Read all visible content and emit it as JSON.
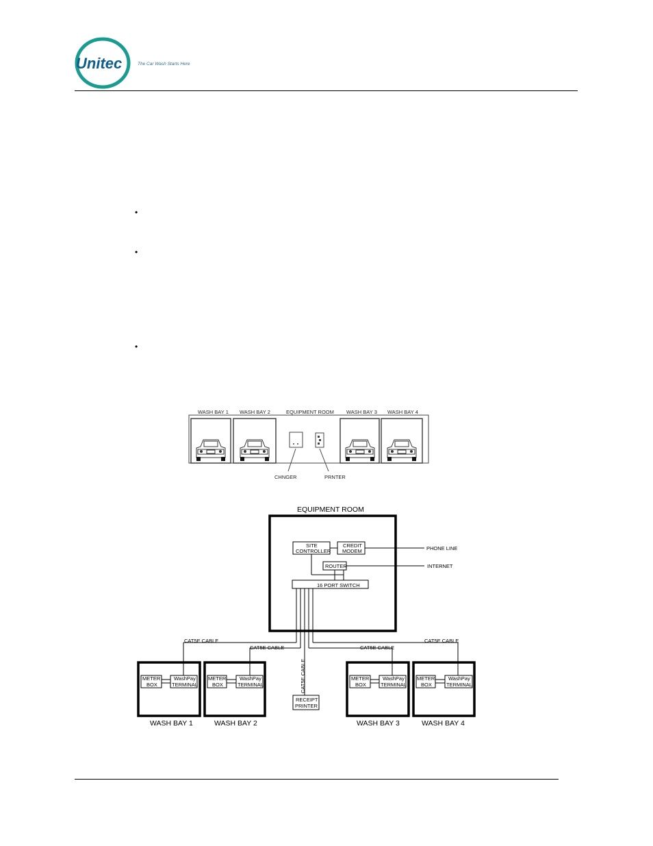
{
  "header": {
    "logo_text": "Unitec",
    "tagline": "The Car Wash Starts Here"
  },
  "bullets": [
    "•",
    "•",
    "•"
  ],
  "layout_diagram": {
    "labels": {
      "bay1": "WASH BAY 1",
      "bay2": "WASH BAY 2",
      "equipment": "EQUIPMENT ROOM",
      "bay3": "WASH BAY 3",
      "bay4": "WASH BAY 4",
      "changer": "CHNGER",
      "printer": "PRNTER"
    }
  },
  "network_diagram": {
    "equipment_room": "EQUIPMENT ROOM",
    "site_controller": [
      "SITE",
      "CONTROLLER"
    ],
    "credit_modem": [
      "CREDIT",
      "MODEM"
    ],
    "router": "ROUTER",
    "switch": "16 PORT SWITCH",
    "phone_line": "PHONE LINE",
    "internet": "INTERNET",
    "cable_label": "CAT5E CABLE",
    "receipt_printer": [
      "RECEIPT",
      "PRINTER"
    ],
    "meter_box": [
      "METER",
      "BOX"
    ],
    "terminal": [
      "WashPay",
      "TERMINAL"
    ],
    "bays": [
      "WASH BAY 1",
      "WASH BAY 2",
      "WASH BAY 3",
      "WASH BAY 4"
    ]
  }
}
